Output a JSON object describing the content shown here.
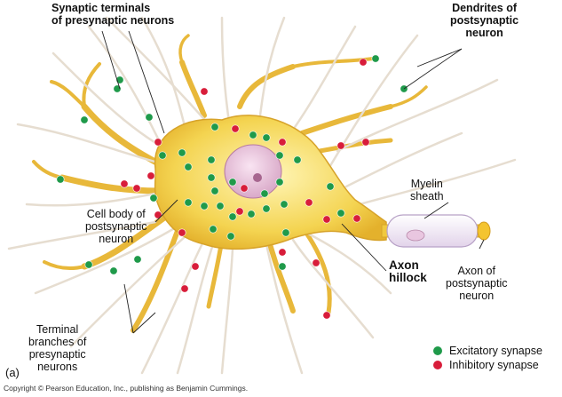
{
  "labels": {
    "synaptic_terminals": "Synaptic terminals\nof presynaptic neurons",
    "dendrites": "Dendrites of\npostsynaptic\nneuron",
    "myelin": "Myelin\nsheath",
    "cell_body": "Cell body of\npostsynaptic\nneuron",
    "axon_hillock": "Axon\nhillock",
    "axon": "Axon of\npostsynaptic\nneuron",
    "terminal_branches": "Terminal\nbranches of\npresynaptic\nneurons"
  },
  "legend": {
    "excitatory": "Excitatory synapse",
    "inhibitory": "Inhibitory synapse"
  },
  "colors": {
    "excitatory": "#1f9a4a",
    "inhibitory": "#d81d3a",
    "cell_body": "#f2d24a",
    "presynaptic_fiber": "#e6ddd0",
    "myelin": "#efe6f4"
  },
  "panel_label": "(a)",
  "copyright": "Copyright © Pearson Education, Inc., publishing as Benjamin Cummings."
}
